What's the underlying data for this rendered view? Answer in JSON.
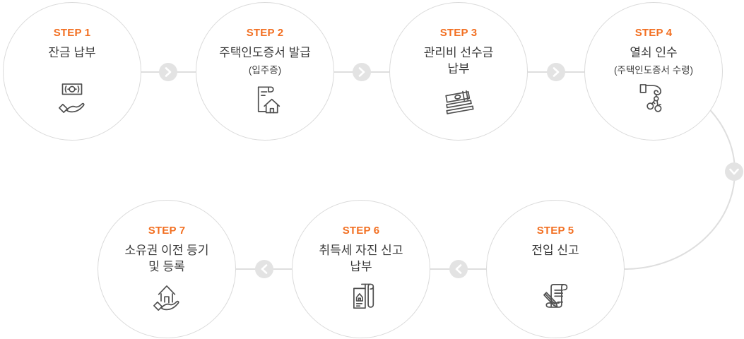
{
  "diagram": {
    "name": "7-step home move-in / ownership transfer process",
    "steps": [
      {
        "label": "STEP 1",
        "title1": "잔금 납부",
        "icon": "banknote-hand-icon"
      },
      {
        "label": "STEP 2",
        "title1": "주택인도증서 발급",
        "sub": "(입주증)",
        "icon": "house-certificate-icon"
      },
      {
        "label": "STEP 3",
        "title1": "관리비 선수금",
        "title2": "납부",
        "icon": "cash-stack-icon"
      },
      {
        "label": "STEP 4",
        "title1": "열쇠 인수",
        "sub": "(주택인도증서 수령)",
        "icon": "hand-keys-icon"
      },
      {
        "label": "STEP 5",
        "title1": "전입 신고",
        "icon": "scroll-pen-icon"
      },
      {
        "label": "STEP 6",
        "title1": "취득세 자진 신고",
        "title2": "납부",
        "icon": "tax-documents-icon"
      },
      {
        "label": "STEP 7",
        "title1": "소유권 이전 등기",
        "title2": "및 등록",
        "icon": "hand-house-icon"
      }
    ],
    "flow": "1 → 2 → 3 → 4 ↓ 5 → 6 → 7",
    "colors": {
      "step_label": "#f26f21",
      "title_text": "#3a3a3a",
      "circle_border": "#dadada",
      "connector_line": "#dedede",
      "chevron_background": "#e3e3e3",
      "chevron_glyph": "#ffffff",
      "icon_stroke": "#4f4f4f",
      "page_background": "#ffffff"
    }
  }
}
